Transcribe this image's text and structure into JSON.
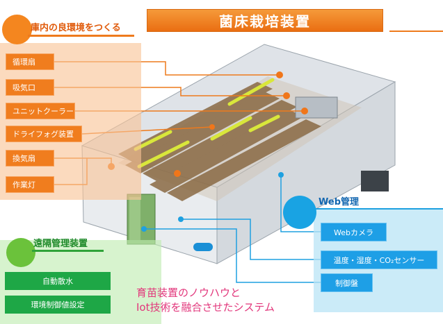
{
  "title": "菌床栽培装置",
  "colors": {
    "orange": "#f07d1e",
    "green": "#1ea746",
    "blue": "#1e9fe6",
    "caption": "#e2367b",
    "room_shelves": "#8a6a44",
    "light_bars": "#d9e73b"
  },
  "environment": {
    "heading": "庫内の良環境をつくる",
    "items": [
      "循環扇",
      "吸気口",
      "ユニットクーラー",
      "ドライフォグ装置",
      "換気扇",
      "作業灯"
    ]
  },
  "remote": {
    "heading": "遠隔管理装置",
    "items": [
      "自動散水",
      "環境制御値設定"
    ]
  },
  "web": {
    "heading": "Web管理",
    "items": [
      "Webカメラ",
      "温度・湿度・CO₂センサー",
      "制御盤"
    ]
  },
  "caption": {
    "line1": "育苗装置のノウハウと",
    "line2": "Iot技術を融合させたシステム"
  }
}
